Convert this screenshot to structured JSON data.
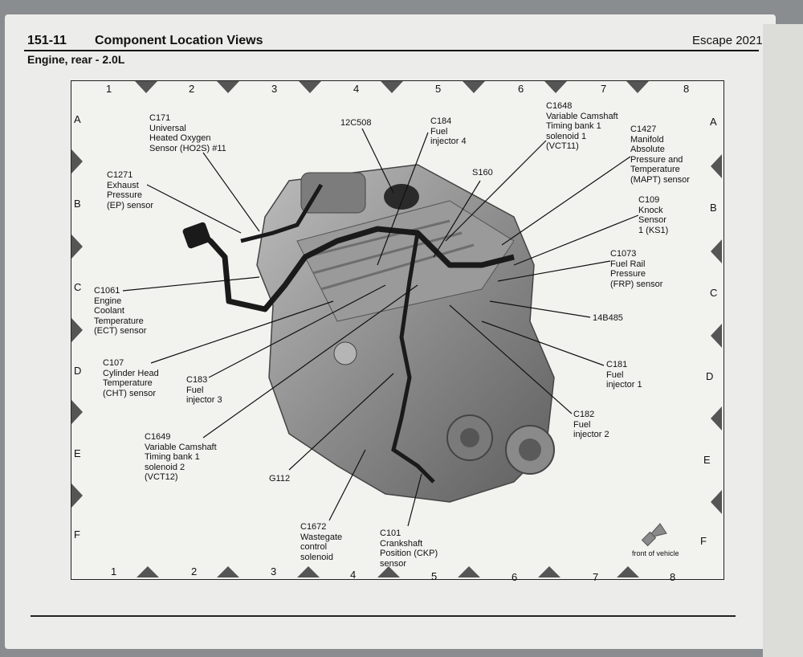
{
  "header": {
    "section": "151-11",
    "title": "Component Location Views",
    "vehicle": "Escape 2021"
  },
  "view_title": "Engine, rear - 2.0L",
  "grid": {
    "columns": [
      "1",
      "2",
      "3",
      "4",
      "5",
      "6",
      "7",
      "8"
    ],
    "rows": [
      "A",
      "B",
      "C",
      "D",
      "E",
      "F"
    ]
  },
  "callouts": [
    {
      "id": "c171",
      "text": "C171\nUniversal\nHeated Oxygen\nSensor (HO2S) #11"
    },
    {
      "id": "c1271",
      "text": "C1271\nExhaust\nPressure\n(EP) sensor"
    },
    {
      "id": "c1061",
      "text": "C1061\nEngine\nCoolant\nTemperature\n(ECT) sensor"
    },
    {
      "id": "c107",
      "text": "C107\nCylinder Head\nTemperature\n(CHT) sensor"
    },
    {
      "id": "c183",
      "text": "C183\nFuel\ninjector 3"
    },
    {
      "id": "c1649",
      "text": "C1649\nVariable Camshaft\nTiming bank 1\nsolenoid 2\n(VCT12)"
    },
    {
      "id": "g112",
      "text": "G112"
    },
    {
      "id": "c1672",
      "text": "C1672\nWastegate\ncontrol\nsolenoid"
    },
    {
      "id": "c101",
      "text": "C101\nCrankshaft\nPosition (CKP)\nsensor"
    },
    {
      "id": "c12c508",
      "text": "12C508"
    },
    {
      "id": "c184",
      "text": "C184\nFuel\ninjector 4"
    },
    {
      "id": "s160",
      "text": "S160"
    },
    {
      "id": "c1648",
      "text": "C1648\nVariable Camshaft\nTiming bank 1\nsolenoid 1\n(VCT11)"
    },
    {
      "id": "c1427",
      "text": "C1427\nManifold\nAbsolute\nPressure and\nTemperature\n(MAPT) sensor"
    },
    {
      "id": "c109",
      "text": "C109\nKnock\nSensor\n1 (KS1)"
    },
    {
      "id": "c1073",
      "text": "C1073\nFuel Rail\nPressure\n(FRP) sensor"
    },
    {
      "id": "c14b485",
      "text": "14B485"
    },
    {
      "id": "c181",
      "text": "C181\nFuel\ninjector 1"
    },
    {
      "id": "c182",
      "text": "C182\nFuel\ninjector 2"
    }
  ],
  "orientation_label": "front of vehicle",
  "colors": {
    "ink": "#111111",
    "marker": "#555555",
    "arrow": "#8a8a8a"
  }
}
